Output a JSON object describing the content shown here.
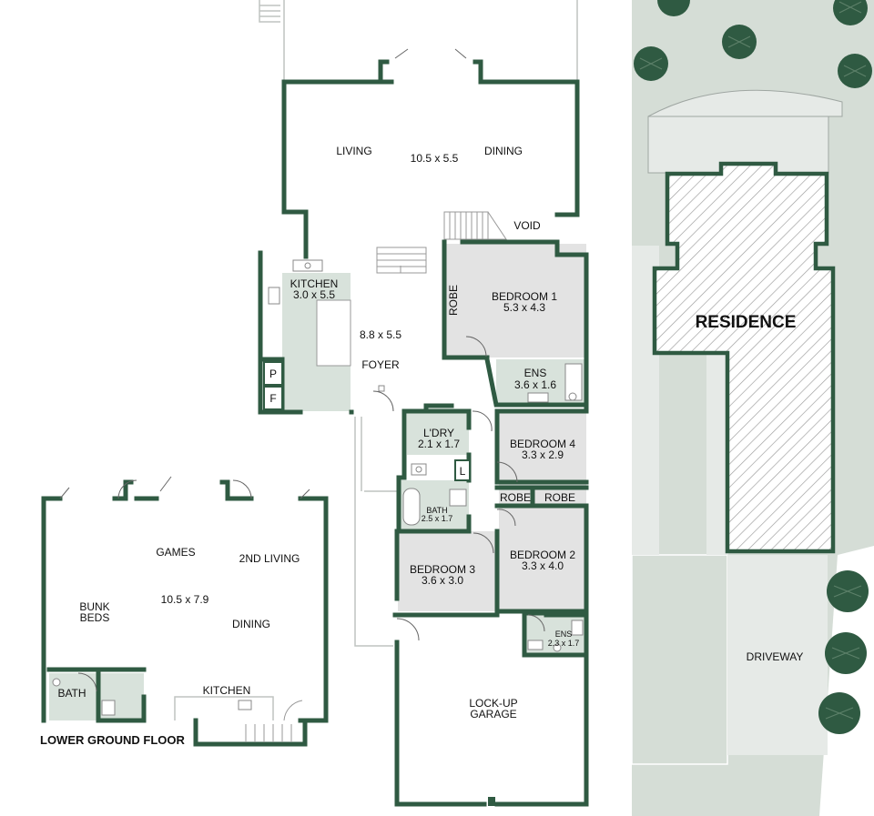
{
  "colors": {
    "wall": "#2f5a42",
    "room_fill": "#e3e3e3",
    "wet_fill": "#d8e2db",
    "site_fill": "#d5ddd6",
    "tree": "#2f5a42"
  },
  "main_floor": {
    "living": "LIVING",
    "living_dims": "10.5 x 5.5",
    "dining": "DINING",
    "void": "VOID",
    "kitchen": "KITCHEN",
    "kitchen_dims": "3.0 x 5.5",
    "foyer_dims": "8.8 x 5.5",
    "foyer": "FOYER",
    "pantry": "P",
    "fridge": "F",
    "robe_1": "ROBE",
    "bedroom_1": "BEDROOM 1",
    "bedroom_1_dims": "5.3 x 4.3",
    "ens_1": "ENS",
    "ens_1_dims": "3.6 x 1.6",
    "laundry": "L'DRY",
    "laundry_dims": "2.1 x 1.7",
    "linen": "L",
    "bedroom_4": "BEDROOM 4",
    "bedroom_4_dims": "3.3 x 2.9",
    "robe_2": "ROBE",
    "robe_3": "ROBE",
    "bath": "BATH",
    "bath_dims": "2.5 x 1.7",
    "bedroom_3": "BEDROOM 3",
    "bedroom_3_dims": "3.6 x 3.0",
    "bedroom_2": "BEDROOM 2",
    "bedroom_2_dims": "3.3 x 4.0",
    "ens_2": "ENS",
    "ens_2_dims": "2.3 x 1.7",
    "garage_line1": "LOCK-UP",
    "garage_line2": "GARAGE"
  },
  "lower_floor": {
    "games": "GAMES",
    "second_living": "2ND LIVING",
    "dims": "10.5 x 7.9",
    "bunk_line1": "BUNK",
    "bunk_line2": "BEDS",
    "dining": "DINING",
    "bath": "BATH",
    "kitchen": "KITCHEN",
    "title": "LOWER GROUND FLOOR"
  },
  "site": {
    "residence": "RESIDENCE",
    "driveway": "DRIVEWAY"
  }
}
